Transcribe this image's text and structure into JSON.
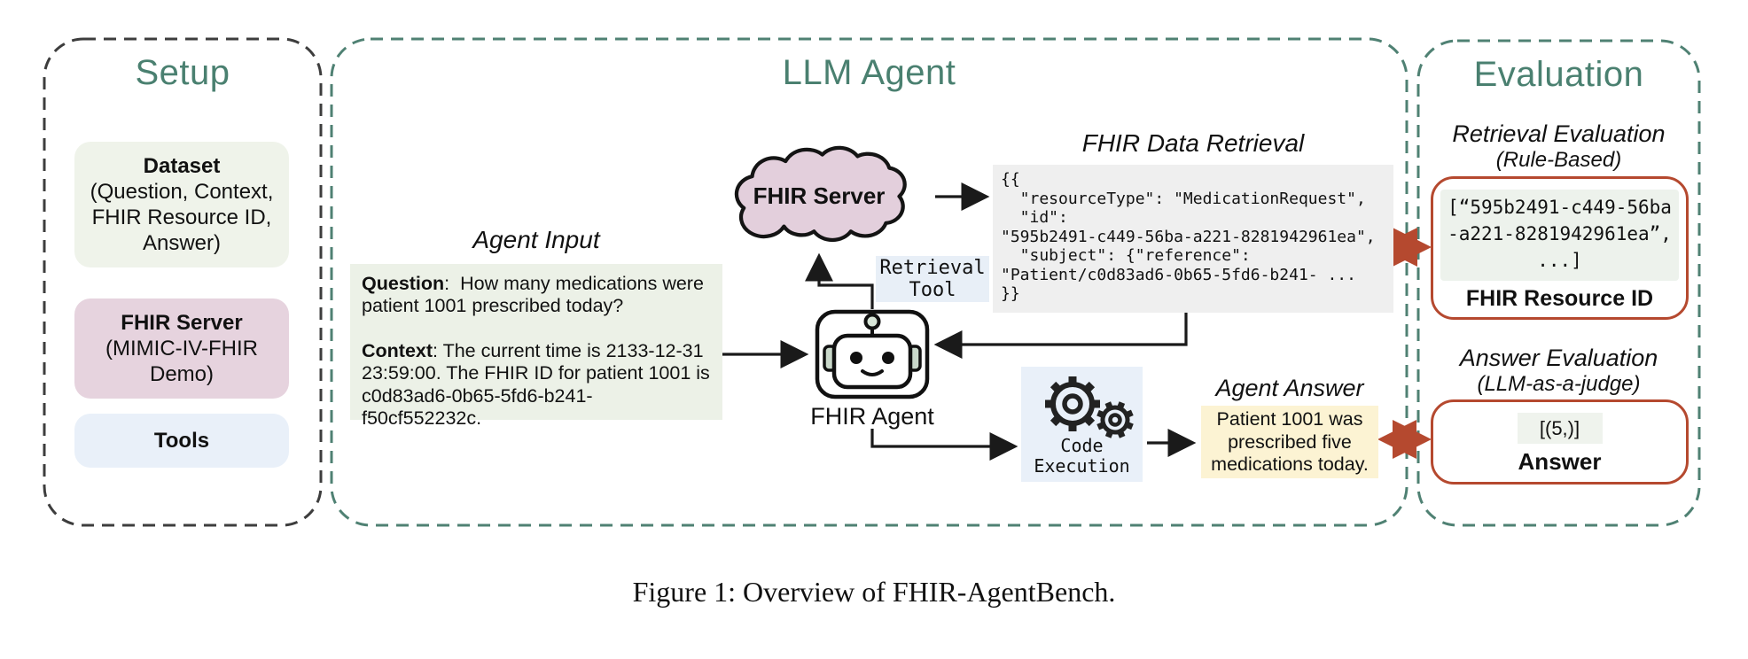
{
  "figure": {
    "caption": "Figure 1: Overview of FHIR-AgentBench."
  },
  "colors": {
    "panel_border_teal": "#4f8173",
    "panel_border_dark": "#3d3d3d",
    "title_teal": "#4a8070",
    "red_accent": "#b5492f",
    "dataset_green": "#eff3ea",
    "server_pink": "#e6d3de",
    "cloud_pink": "#e3cfdc",
    "tools_blue": "#e9f0f9",
    "input_green": "#ecf1e7",
    "code_gray": "#efefef",
    "answer_yellow": "#fcf3d3",
    "eval_code_green": "#edf2ec"
  },
  "setup": {
    "title": "Setup",
    "dataset": {
      "title": "Dataset",
      "subtitle": "(Question, Context,\nFHIR Resource ID,\nAnswer)"
    },
    "server": {
      "title": "FHIR Server",
      "subtitle": "(MIMIC-IV-FHIR\nDemo)"
    },
    "tools": {
      "title": "Tools"
    }
  },
  "agent": {
    "title": "LLM Agent",
    "input": {
      "title": "Agent Input",
      "question_label": "Question",
      "question_text": ":  How many medications were patient 1001 prescribed today?",
      "context_label": "Context",
      "context_text": ": The current time is 2133-12-31 23:59:00. The FHIR ID for patient 1001 is c0d83ad6-0b65-5fd6-b241-f50cf552232c."
    },
    "cloud_label": "FHIR Server",
    "retrieval_tool": "Retrieval\nTool",
    "agent_label": "FHIR Agent",
    "retrieval": {
      "title": "FHIR Data Retrieval",
      "code": "{{\n  \"resourceType\": \"MedicationRequest\",\n  \"id\":\n\"595b2491-c449-56ba-a221-8281942961ea\",\n  \"subject\": {\"reference\":\n\"Patient/c0d83ad6-0b65-5fd6-b241- ...\n}}"
    },
    "code_execution": "Code\nExecution",
    "answer": {
      "title": "Agent Answer",
      "text": "Patient 1001 was prescribed five medications today."
    }
  },
  "evaluation": {
    "title": "Evaluation",
    "retrieval_eval": {
      "title": "Retrieval Evaluation",
      "subtitle": "(Rule-Based)",
      "code": "[“595b2491-c449-56ba\n-a221-8281942961ea”,\n...]",
      "label": "FHIR Resource ID"
    },
    "answer_eval": {
      "title": "Answer Evaluation",
      "subtitle": "(LLM-as-a-judge)",
      "value": "[(5,)]",
      "label": "Answer"
    }
  }
}
